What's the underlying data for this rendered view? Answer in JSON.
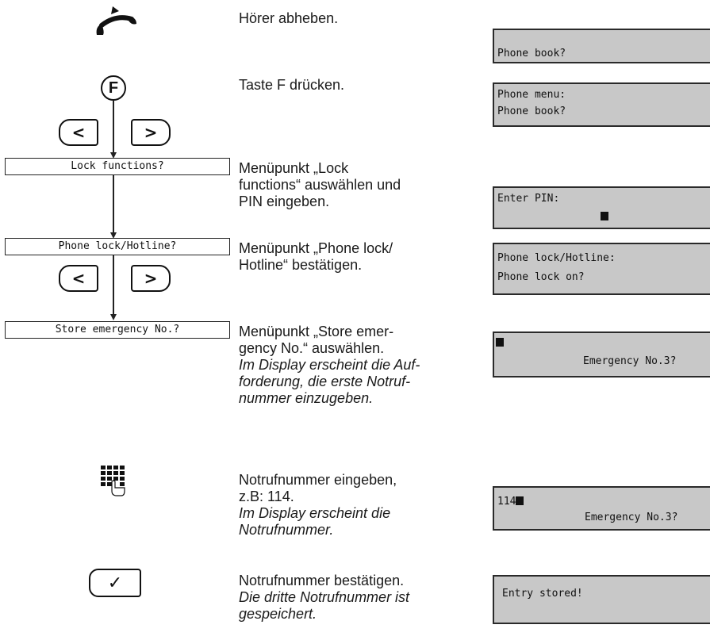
{
  "steps": [
    {
      "desc": [
        "Hörer abheben."
      ],
      "desc_italic": [],
      "display": [
        "",
        "Phone book?"
      ]
    },
    {
      "desc": [
        "Taste F drücken."
      ],
      "desc_italic": [],
      "display": [
        "Phone menu:",
        "Phone book?"
      ]
    },
    {
      "desc": [
        "Menüpunkt „Lock",
        "functions“ auswählen und",
        "PIN eingeben."
      ],
      "desc_italic": [],
      "display": [
        "Enter PIN:",
        ""
      ]
    },
    {
      "desc": [
        "Menüpunkt „Phone lock/",
        "Hotline“ bestätigen."
      ],
      "desc_italic": [],
      "display": [
        "Phone lock/Hotline:",
        "Phone lock on?"
      ]
    },
    {
      "desc": [
        "Menüpunkt „Store emer-",
        "gency No.“ auswählen."
      ],
      "desc_italic": [
        "Im Display erscheint die Auf-",
        "forderung, die erste Notruf-",
        "nummer einzugeben."
      ],
      "display": [
        "",
        "Emergency No.3?"
      ]
    },
    {
      "desc": [
        "Notrufnummer eingeben,",
        "z.B: 114."
      ],
      "desc_italic": [
        "Im Display erscheint die",
        "Notrufnummer."
      ],
      "display": [
        "114",
        "Emergency No.3?"
      ]
    },
    {
      "desc": [
        "Notrufnummer bestätigen."
      ],
      "desc_italic": [
        "Die dritte Notrufnummer ist",
        "gespeichert."
      ],
      "display": [
        "Entry stored!",
        ""
      ]
    }
  ],
  "diagram": {
    "f_key": "F",
    "left_key": "<",
    "right_key": ">",
    "menu_lock": "Lock functions?",
    "menu_phone_lock": "Phone lock/Hotline?",
    "menu_store": "Store emergency No.?",
    "ok_key": "✓"
  }
}
